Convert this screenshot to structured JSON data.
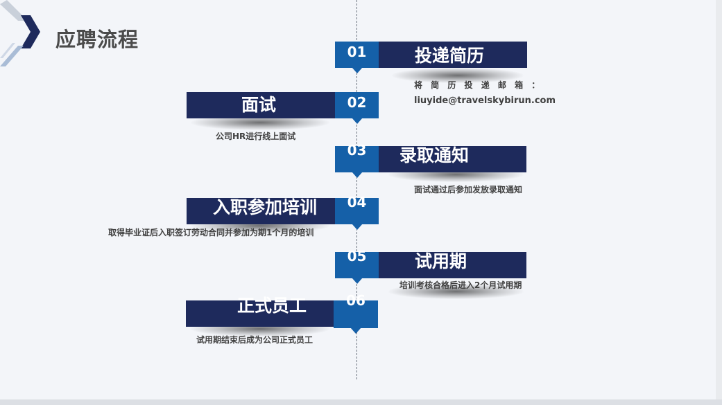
{
  "header": {
    "title": "应聘流程"
  },
  "colors": {
    "number_block": "#1560a8",
    "title_bar": "#1e2a5c",
    "background": "#f3f5f9"
  },
  "steps": [
    {
      "number": "01",
      "title": "投递简历",
      "description": [
        "将 简 历 投 递 邮 箱 ：",
        "liuyide@travelskybirun.com"
      ]
    },
    {
      "number": "02",
      "title": "面试",
      "description": [
        "公司HR进行线上面试"
      ]
    },
    {
      "number": "03",
      "title": "录取通知",
      "description": [
        "面试通过后参加发放录取通知"
      ]
    },
    {
      "number": "04",
      "title": "入职参加培训",
      "description": [
        "取得毕业证后入职签订劳动合同并参加为期1个月的培训"
      ]
    },
    {
      "number": "05",
      "title": "试用期",
      "description": [
        "培训考核合格后进入2个月试用期"
      ]
    },
    {
      "number": "06",
      "title": "正式员工",
      "description": [
        "试用期结束后成为公司正式员工"
      ]
    }
  ]
}
